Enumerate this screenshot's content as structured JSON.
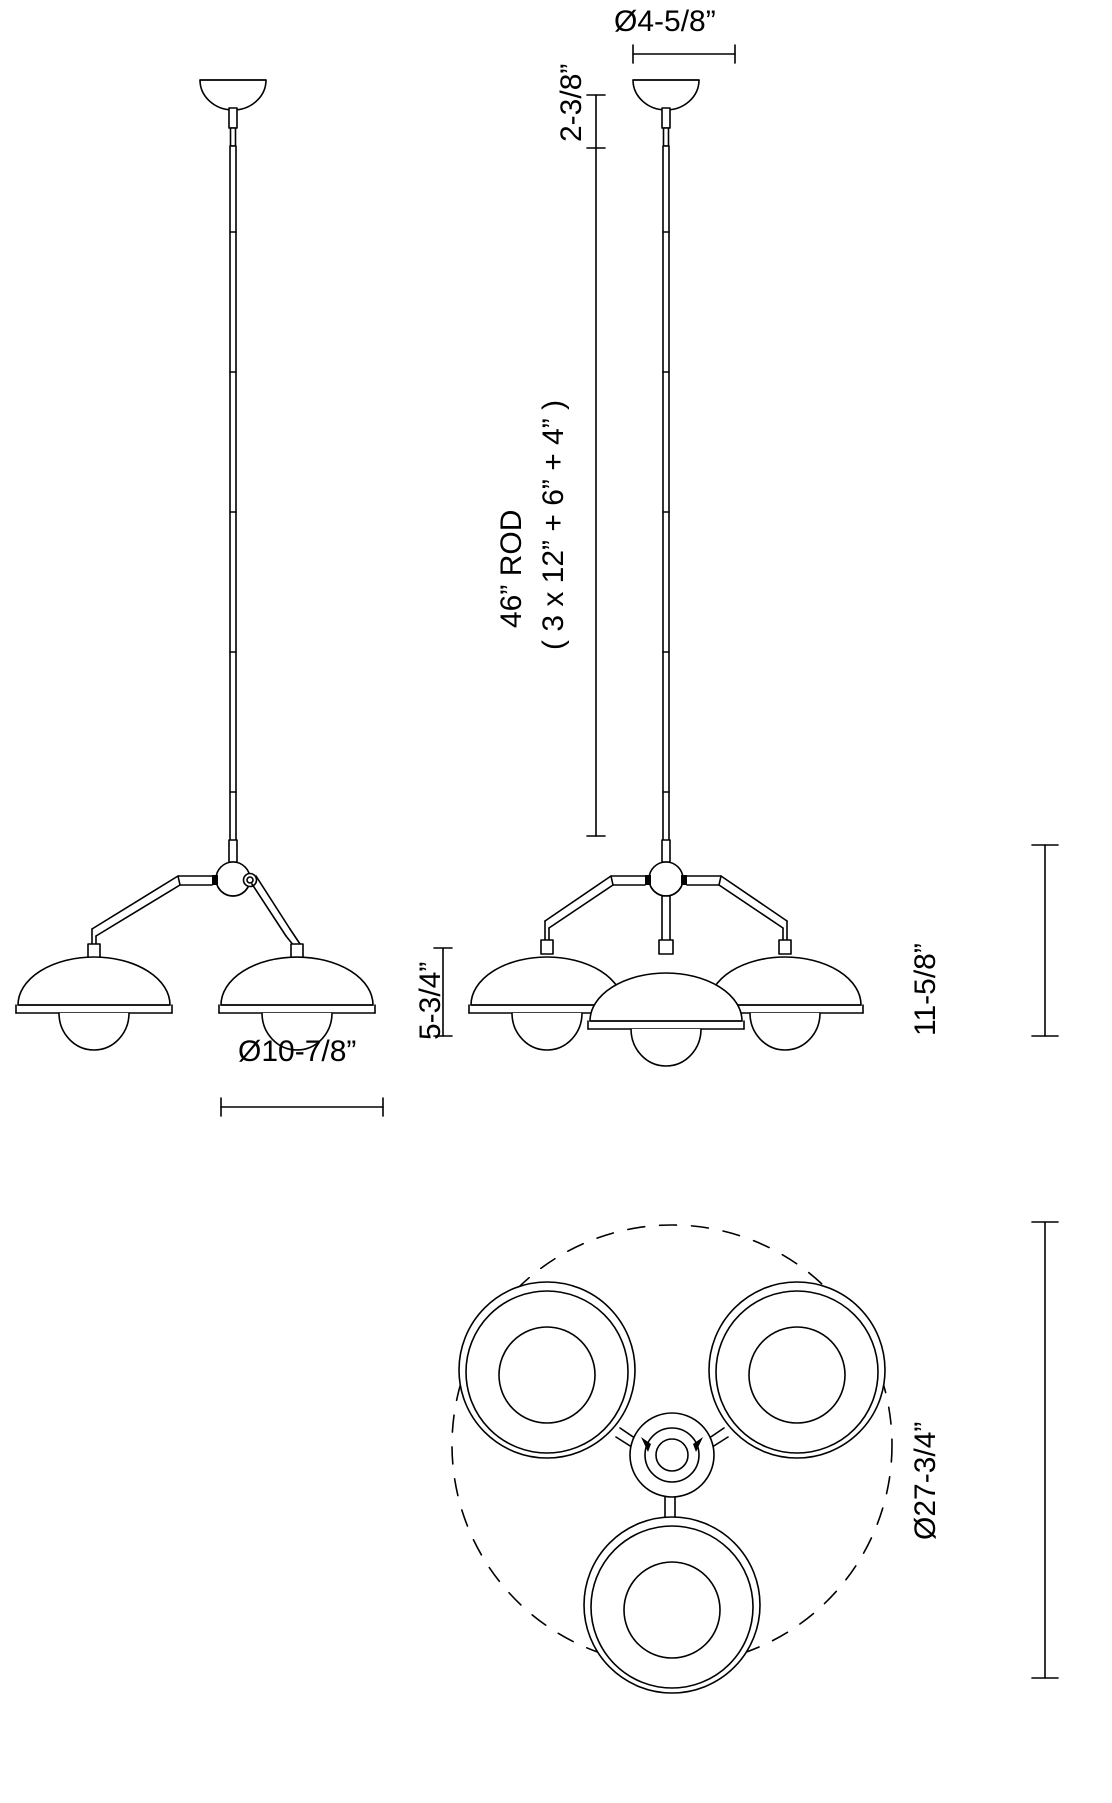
{
  "document": {
    "type": "technical-dimension-drawing",
    "subject": "3-light dome-shade pendant chandelier",
    "line_color": "#000000",
    "background_color": "#ffffff"
  },
  "dimensions": {
    "canopy_diameter": "Ø4-5/8”",
    "canopy_height": "2-3/8”",
    "rod_label_line1": "46” ROD",
    "rod_label_line2": "( 3 x 12” + 6” + 4” )",
    "shade_diameter": "Ø10-7/8”",
    "shade_height": "5-3/4”",
    "fixture_body_height": "11-5/8”",
    "overall_spread_diameter": "Ø27-3/4”"
  },
  "views": {
    "left_elevation": {
      "name": "two-arm side elevation",
      "arms_visible": 2
    },
    "right_elevation": {
      "name": "three-arm front elevation",
      "arms_visible": 3
    },
    "plan": {
      "name": "bottom plan view",
      "shades": 3,
      "envelope": "dashed-circle"
    }
  },
  "icons": {
    "diameter_symbol": "diameter-symbol",
    "arrow_tick": "dimension-tick"
  }
}
